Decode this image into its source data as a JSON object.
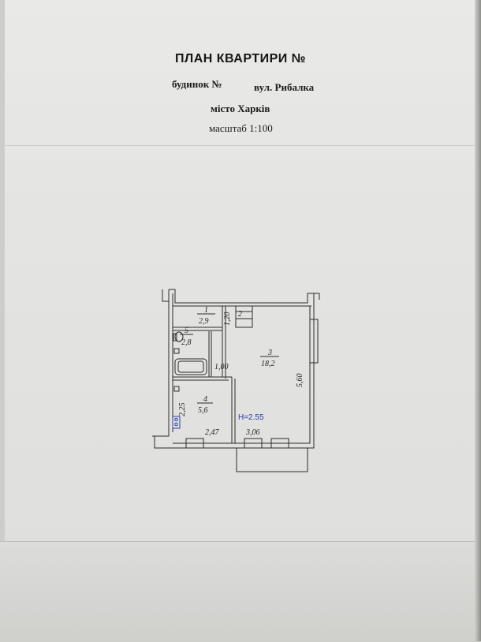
{
  "document": {
    "title": "ПЛАН КВАРТИРИ №",
    "house_label": "будинок №",
    "street": "вул. Рибалка",
    "city": "місто Харків",
    "scale": "масштаб 1:100"
  },
  "plan": {
    "rooms": [
      {
        "number": "1",
        "area": "2,9"
      },
      {
        "number": "2"
      },
      {
        "number": "3",
        "area": "18,2"
      },
      {
        "number": "4",
        "area": "5,6"
      },
      {
        "number": "5",
        "area": "2,8"
      }
    ],
    "dimensions": {
      "d1": "1,20",
      "d2": "1,00",
      "d3": "5,60",
      "d4": "2,25",
      "d5": "2,47",
      "d6": "3,06"
    },
    "ceiling_height": "H=2.55"
  }
}
